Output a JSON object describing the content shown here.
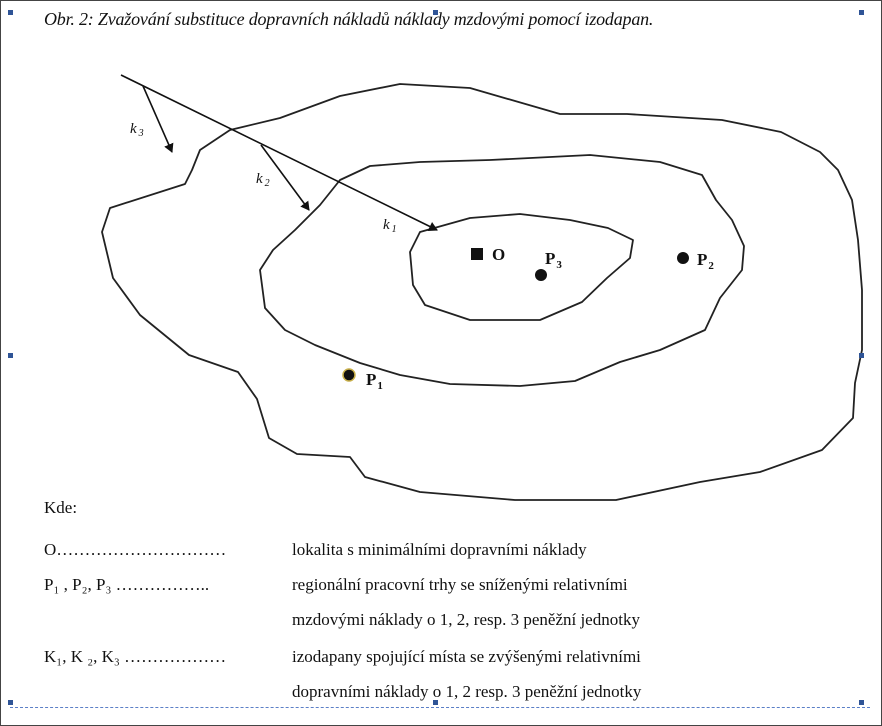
{
  "caption": "Obr. 2: Zvažování substituce dopravních nákladů náklady mzdovými pomocí izodapan.",
  "diagram": {
    "isodapanes": [
      {
        "base": "k",
        "sub": "3"
      },
      {
        "base": "k",
        "sub": "2"
      },
      {
        "base": "k",
        "sub": "1"
      }
    ],
    "points": {
      "O": {
        "label": "O"
      },
      "P1": {
        "base": "P",
        "sub": "1"
      },
      "P2": {
        "base": "P",
        "sub": "2"
      },
      "P3": {
        "base": "P",
        "sub": "3"
      }
    }
  },
  "legend": {
    "heading": "Kde:",
    "rows": [
      {
        "term": "O…………………………",
        "desc": "lokalita s minimálními dopravními náklady"
      },
      {
        "term": "P₁ , P₂, P₃  ……………..",
        "desc": "regionální pracovní trhy se sníženými relativními"
      },
      {
        "term": "",
        "desc": "mzdovými náklady o 1, 2, resp. 3 peněžní jednotky"
      },
      {
        "term": "K₁, K ₂, K₃ ………………",
        "desc": "izodapany spojující místa se zvýšenými relativními"
      },
      {
        "term": "",
        "desc": "dopravními náklady o 1, 2 resp. 3 peněžní jednotky"
      }
    ]
  }
}
